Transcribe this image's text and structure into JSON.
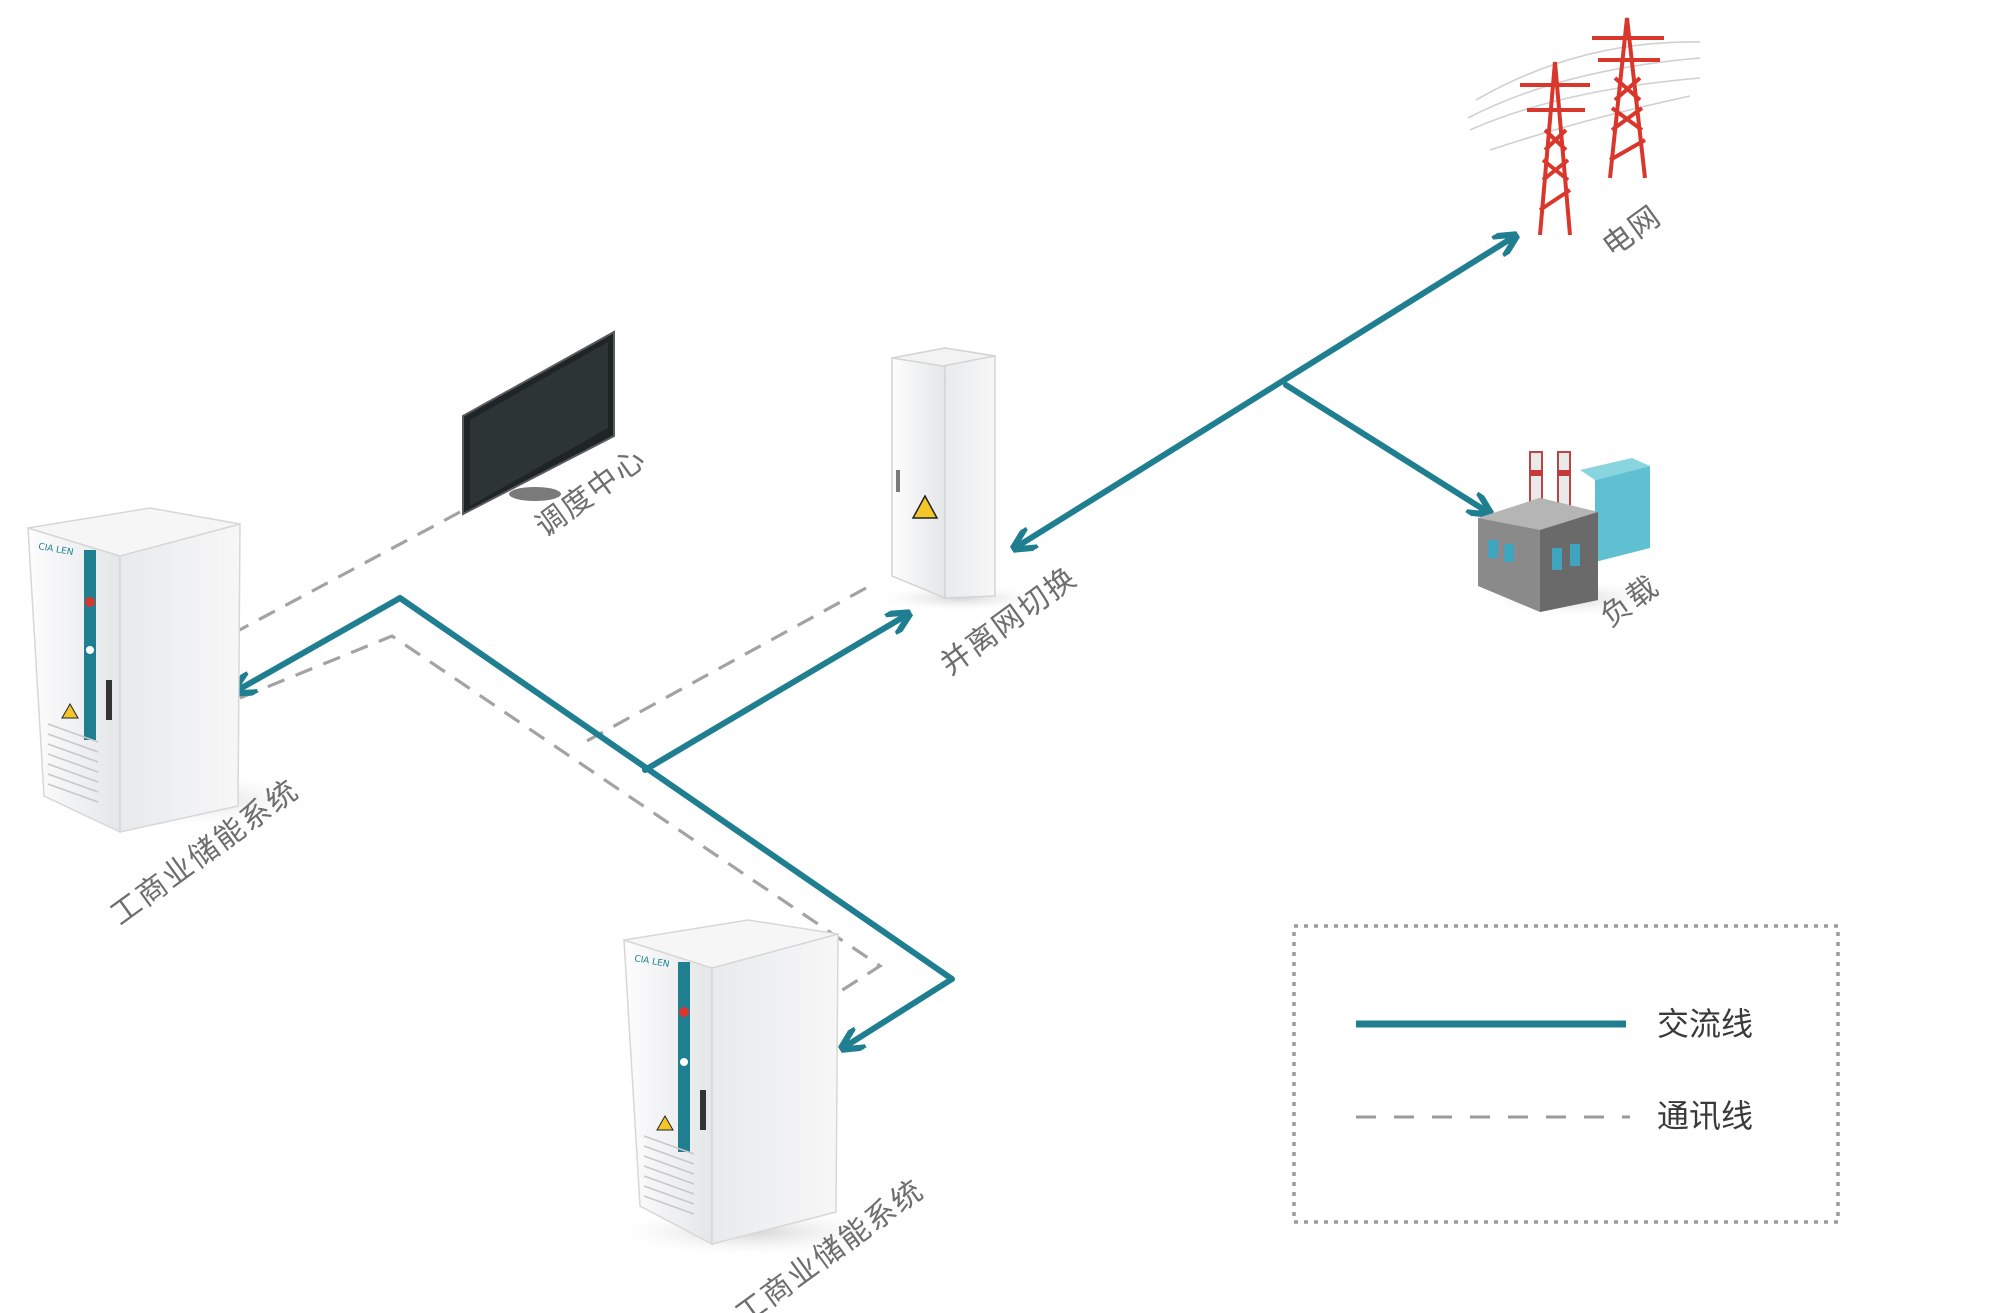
{
  "nodes": {
    "grid": {
      "label": "电网",
      "icon": "power-tower-icon"
    },
    "load": {
      "label": "负载",
      "icon": "factory-icon"
    },
    "switch": {
      "label": "并离网切换",
      "icon": "switch-cabinet-icon"
    },
    "dispatch": {
      "label": "调度中心",
      "icon": "monitor-icon"
    },
    "storage_a": {
      "label": "工商业储能系统",
      "icon": "storage-cabinet-icon"
    },
    "storage_b": {
      "label": "工商业储能系统",
      "icon": "storage-cabinet-icon"
    }
  },
  "legend": {
    "ac_line": "交流线",
    "comm_line": "通讯线"
  },
  "colors": {
    "ac_line": "#1f7f91",
    "comm_line": "#a3a3a3",
    "tower": "#d9372b"
  }
}
